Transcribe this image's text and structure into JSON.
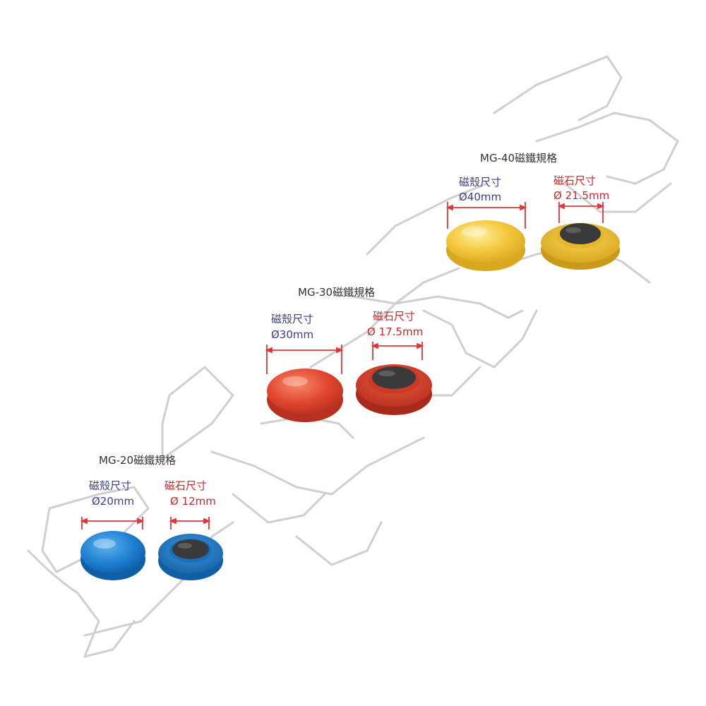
{
  "colors": {
    "shell_label": "#3b3f86",
    "magnet_label": "#c8282a",
    "dimension_line": "#e0363a",
    "blue": "#1f7fd0",
    "red": "#e0452e",
    "yellow": "#f3c73a",
    "magnet_core": "#3a3a3d"
  },
  "groups": [
    {
      "title": "MG-20磁鐵規格",
      "shell_label": "磁殼尺寸",
      "shell_size": "Ø20mm",
      "magnet_label": "磁石尺寸",
      "magnet_size": "Ø 12mm",
      "color": "blue"
    },
    {
      "title": "MG-30磁鐵規格",
      "shell_label": "磁殼尺寸",
      "shell_size": "Ø30mm",
      "magnet_label": "磁石尺寸",
      "magnet_size": "Ø 17.5mm",
      "color": "red"
    },
    {
      "title": "MG-40磁鐵規格",
      "shell_label": "磁殼尺寸",
      "shell_size": "Ø40mm",
      "magnet_label": "磁石尺寸",
      "magnet_size": "Ø 21.5mm",
      "color": "yellow"
    }
  ]
}
